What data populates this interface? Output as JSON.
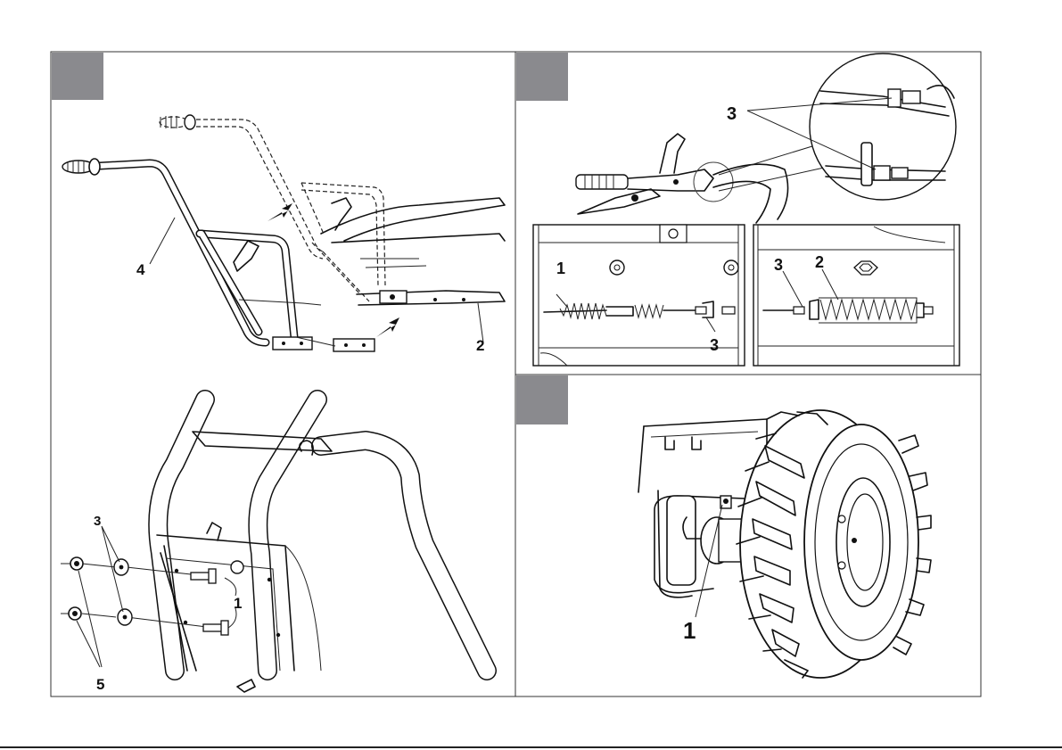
{
  "panels": {
    "handlebar_mount": {
      "callouts": {
        "handle_bar": "4",
        "frame_bracket": "2"
      }
    },
    "bolt_detail": {
      "callouts": {
        "washer": "3",
        "bolt": "1",
        "nut": "5"
      }
    },
    "throttle_cable": {
      "callouts": {
        "cable_end": "3"
      }
    },
    "cable_spring_left": {
      "callouts": {
        "cable": "1",
        "cable_end": "3"
      }
    },
    "cable_spring_right": {
      "callouts": {
        "cable_end": "3",
        "spring": "2"
      }
    },
    "wheel": {
      "callouts": {
        "axle_pin": "1"
      }
    }
  },
  "colors": {
    "tab": "#8a8a8e",
    "line": "#111111",
    "frame": "#333333"
  }
}
